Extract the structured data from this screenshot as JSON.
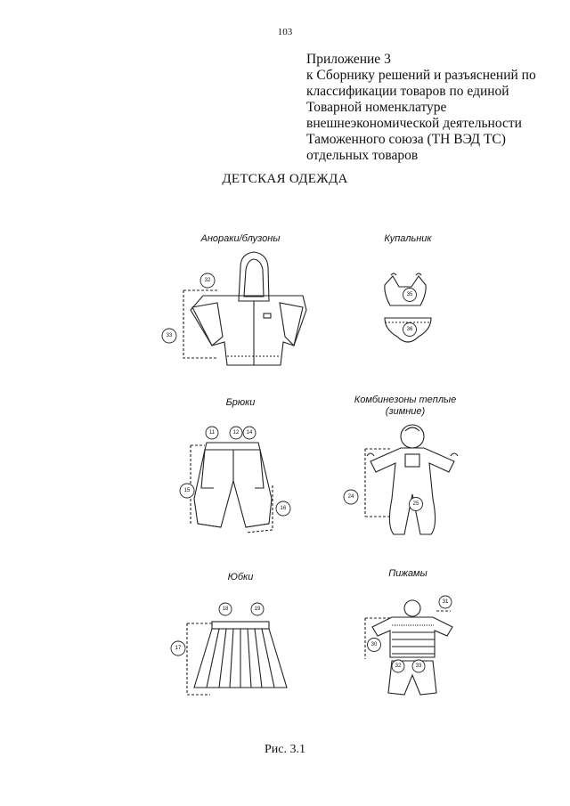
{
  "page_number": "103",
  "appendix": {
    "lines": [
      "Приложение 3",
      "к Сборнику решений и разъяснений по",
      "классификации товаров по единой",
      "Товарной номенклатуре",
      "внешнеэкономической деятельности",
      "Таможенного союза (ТН ВЭД ТС)",
      "отдельных товаров"
    ]
  },
  "title": "ДЕТСКАЯ ОДЕЖДА",
  "figures": {
    "anoraks": {
      "caption": "Анораки/блузоны",
      "markers": [
        "32",
        "33"
      ]
    },
    "swimsuit": {
      "caption": "Купальник",
      "markers": [
        "35",
        "36"
      ]
    },
    "trousers": {
      "caption": "Брюки",
      "markers": [
        "11",
        "12",
        "14",
        "15",
        "16"
      ]
    },
    "overalls": {
      "caption_line1": "Комбинезоны теплые",
      "caption_line2": "(зимние)",
      "markers": [
        "24",
        "25"
      ]
    },
    "skirts": {
      "caption": "Юбки",
      "markers": [
        "18",
        "19",
        "17"
      ]
    },
    "pajamas": {
      "caption": "Пижамы",
      "markers": [
        "31",
        "30",
        "32",
        "33"
      ]
    }
  },
  "figure_caption": "Рис. 3.1"
}
